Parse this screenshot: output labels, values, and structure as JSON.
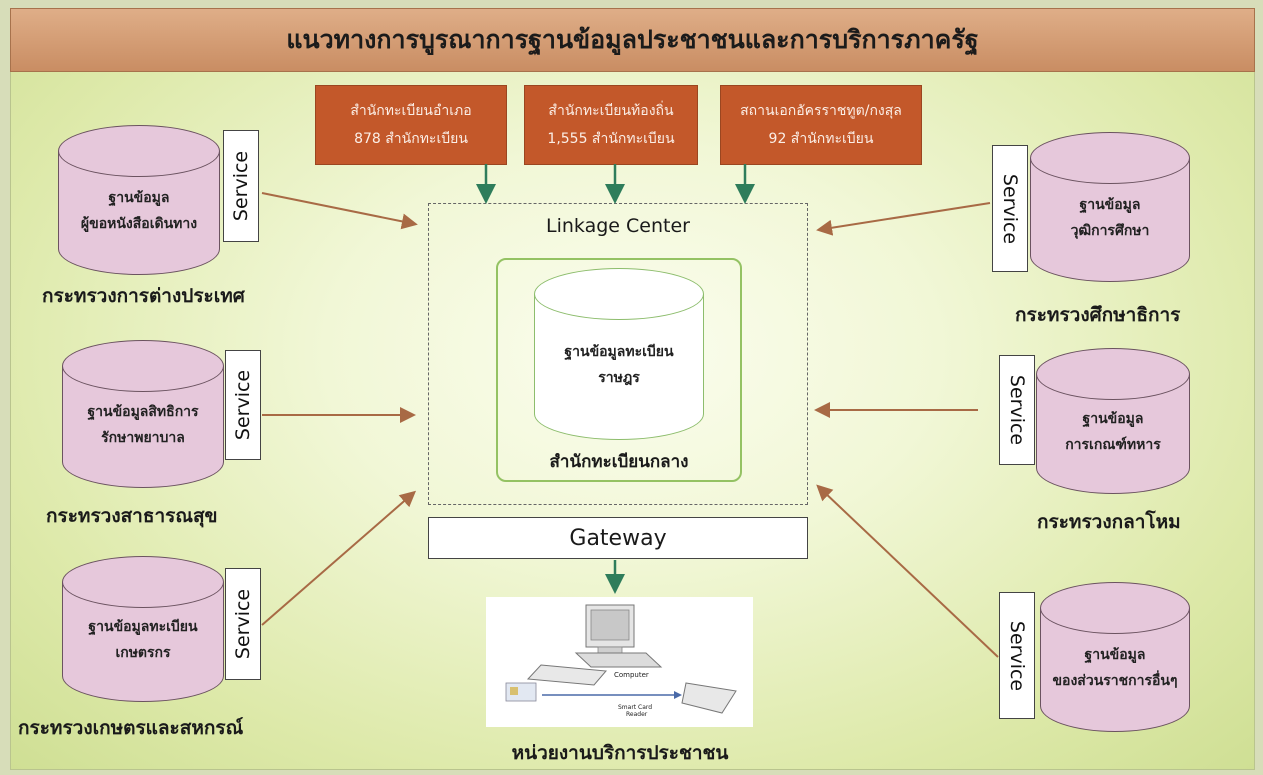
{
  "title": "แนวทางการบูรณาการฐานข้อมูลประชาชนและการบริการภาครัฐ",
  "registration_offices": [
    {
      "line1": "สำนักทะเบียนอำเภอ",
      "line2": "878 สำนักทะเบียน"
    },
    {
      "line1": "สำนักทะเบียนท้องถิ่น",
      "line2": "1,555 สำนักทะเบียน"
    },
    {
      "line1": "สถานเอกอัครราชทูต/กงสุล",
      "line2": "92 สำนักทะเบียน"
    }
  ],
  "service_label": "Service",
  "left_databases": [
    {
      "line1": "ฐานข้อมูล",
      "line2": "ผู้ขอหนังสือเดินทาง",
      "ministry": "กระทรวงการต่างประเทศ"
    },
    {
      "line1": "ฐานข้อมูลสิทธิการ",
      "line2": "รักษาพยาบาล",
      "ministry": "กระทรวงสาธารณสุข"
    },
    {
      "line1": "ฐานข้อมูลทะเบียน",
      "line2": "เกษตรกร",
      "ministry": "กระทรวงเกษตรและสหกรณ์"
    }
  ],
  "right_databases": [
    {
      "line1": "ฐานข้อมูล",
      "line2": "วุฒิการศึกษา",
      "ministry": "กระทรวงศึกษาธิการ"
    },
    {
      "line1": "ฐานข้อมูล",
      "line2": "การเกณฑ์ทหาร",
      "ministry": "กระทรวงกลาโหม"
    },
    {
      "line1": "ฐานข้อมูล",
      "line2": "ของส่วนราชการอื่นๆ",
      "ministry": ""
    }
  ],
  "linkage_center": {
    "title": "Linkage Center",
    "db_line1": "ฐานข้อมูลทะเบียน",
    "db_line2": "ราษฎร",
    "office": "สำนักทะเบียนกลาง"
  },
  "gateway": "Gateway",
  "device_labels": {
    "computer": "Computer",
    "reader_line1": "Smart Card",
    "reader_line2": "Reader"
  },
  "service_unit": "หน่วยงานบริการประชาชน",
  "colors": {
    "title_bar": "#d39c73",
    "office_box": "#c3582a",
    "cylinder": "#e6c8db",
    "arrow_green": "#2e7d5b",
    "arrow_brown": "#a86a45"
  }
}
